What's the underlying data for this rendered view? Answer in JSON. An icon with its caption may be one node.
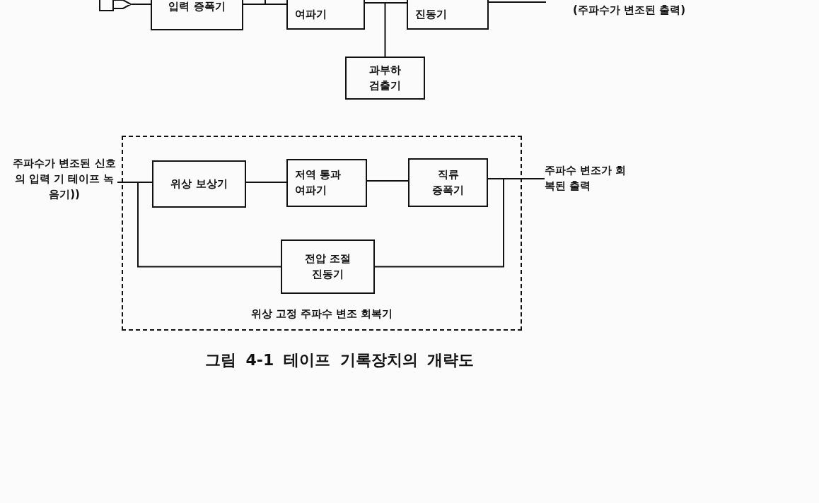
{
  "diagram": {
    "caption": "그림 4-1 테이프 기록장치의 개략도",
    "nodes": [
      {
        "text": [],
        "shape": "box"
      },
      {
        "text": [
          "입력 증폭기"
        ]
      },
      {
        "text": [
          "여파기"
        ]
      },
      {
        "text": [
          "진동기"
        ]
      },
      {
        "text": [
          "(주파수가 변조된 출력)"
        ]
      },
      {
        "text": [
          "과부하 검출기"
        ]
      },
      {
        "text": [
          "위상 고정 주파수 변조 회복기"
        ]
      },
      {
        "text": [
          "주파수가 변조된 신호의 입력 기 테이프 녹음기))"
        ]
      },
      {
        "text": [
          "위상 보상기"
        ],
        "in": 6
      },
      {
        "text": [
          "저역 통과 여파기"
        ],
        "in": 6
      },
      {
        "text": [
          "직류 증폭기"
        ],
        "in": 6
      },
      {
        "text": [
          "전압 조절 진동기"
        ],
        "in": 6
      },
      {
        "text": [
          "주파수 변조가 회복된 출력"
        ]
      }
    ],
    "edges": [
      {
        "from": 0,
        "to": 1,
        "arrow": "none"
      },
      {
        "from": 1,
        "to": 2,
        "arrow": "none"
      },
      {
        "from": 2,
        "to": 3,
        "arrow": "none"
      },
      {
        "from": 2,
        "to": 5,
        "arrow": "none"
      },
      {
        "from": 3,
        "to": 4,
        "arrow": "none"
      },
      {
        "from": 7,
        "to": 8,
        "arrow": "none"
      },
      {
        "from": 8,
        "to": 9,
        "arrow": "none"
      },
      {
        "from": 9,
        "to": 10,
        "arrow": "none"
      },
      {
        "from": 10,
        "to": 12,
        "arrow": "none"
      },
      {
        "from": 7,
        "to": 11,
        "arrow": "none"
      },
      {
        "from": 10,
        "to": 11,
        "arrow": "none"
      }
    ]
  }
}
